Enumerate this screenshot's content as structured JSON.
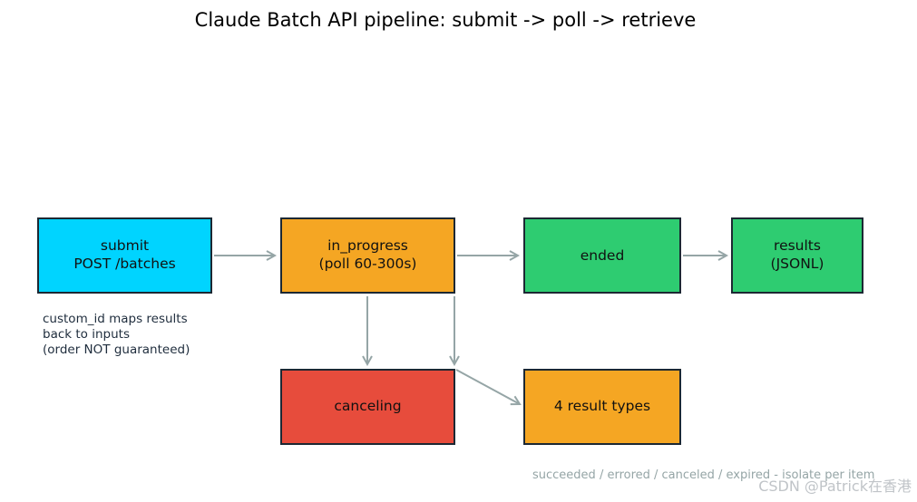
{
  "title": "Claude Batch API pipeline: submit -> poll -> retrieve",
  "nodes": {
    "submit": {
      "lines": [
        "submit",
        "POST /batches"
      ],
      "color": "#00d4ff"
    },
    "in_progress": {
      "lines": [
        "in_progress",
        "(poll 60-300s)"
      ],
      "color": "#f5a623"
    },
    "ended": {
      "lines": [
        "ended"
      ],
      "color": "#2ecc71"
    },
    "results": {
      "lines": [
        "results",
        "(JSONL)"
      ],
      "color": "#2ecc71"
    },
    "canceling": {
      "lines": [
        "canceling"
      ],
      "color": "#e74c3c"
    },
    "result_types": {
      "lines": [
        "4 result types"
      ],
      "color": "#f5a623"
    }
  },
  "note": {
    "lines": [
      "custom_id maps results",
      "back to inputs",
      "(order NOT guaranteed)"
    ]
  },
  "footnote": "succeeded / errored / canceled / expired - isolate per item",
  "watermark": "CSDN @Patrick在香港",
  "colors": {
    "edge": "#95a5a6",
    "border": "#1c2833"
  }
}
